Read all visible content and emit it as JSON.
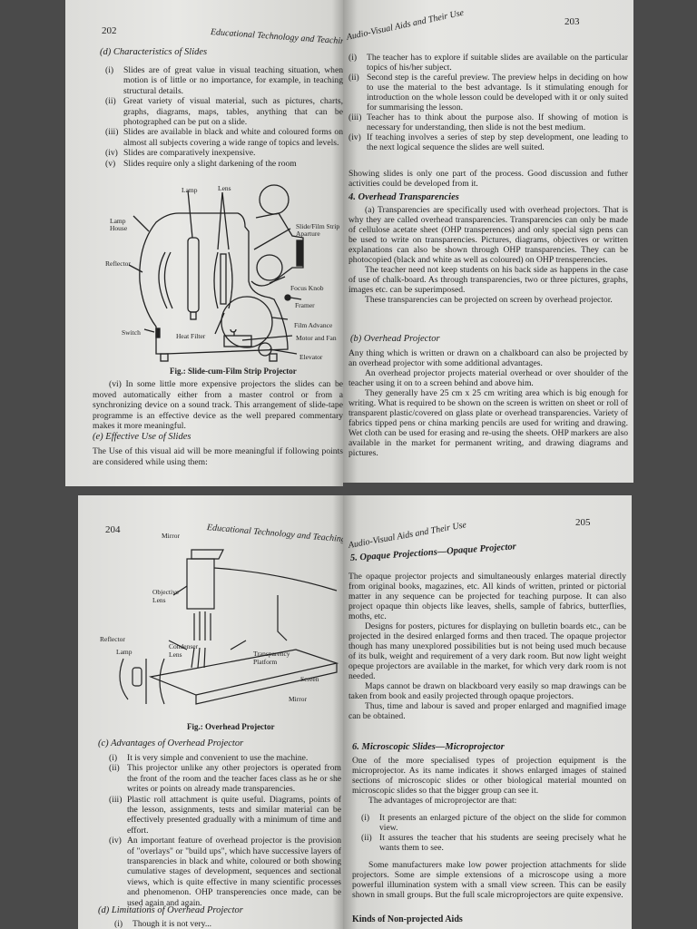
{
  "p202": {
    "page_number": "202",
    "running_head": "Educational Technology and Teaching Skills",
    "heading_d": "(d) Characteristics of Slides",
    "items": [
      {
        "n": "(i)",
        "t": "Slides are of great value in visual teaching situation, when motion is of little or no importance, for example, in teaching structural details."
      },
      {
        "n": "(ii)",
        "t": "Great variety of visual material, such as pictures, charts, graphs, diagrams, maps, tables, anything that can be photographed can be put on a slide."
      },
      {
        "n": "(iii)",
        "t": "Slides are available in black and white and coloured forms on almost all subjects covering a wide range of topics and levels."
      },
      {
        "n": "(iv)",
        "t": "Slides are comparatively inexpensive."
      },
      {
        "n": "(v)",
        "t": "Slides require only a slight darkening of the room"
      }
    ],
    "figure": {
      "caption": "Fig.: Slide-cum-Film Strip Projector",
      "labels": {
        "lamp": "Lamp",
        "lens": "Lens",
        "lamp_house": "Lamp House",
        "aperture": "Slide/Film Strip Aparture",
        "reflector": "Reflector",
        "focus_knob": "Focus Knob",
        "framer": "Framer",
        "film_advance": "Film Advance",
        "switch": "Switch",
        "heat_filter": "Heat Filter",
        "motor_fan": "Motor and Fan",
        "elevator": "Elevator"
      }
    },
    "para_vi": "(vi) In some little more expensive projectors the slides can be moved automatically either from a master control or from a synchronizing device on a sound track. This arrangement of slide-tape programme is an effective device as the well prepared commentary makes it more meaningful.",
    "heading_e": "(e) Effective Use of Slides",
    "para_e": "The Use of this visual aid will be more meaningful if following points are considered while using them:"
  },
  "p203": {
    "page_number": "203",
    "running_head": "Audio-Visual Aids and Their Use",
    "items": [
      {
        "n": "(i)",
        "t": "The teacher has to explore if suitable slides are available on the particular topics of his/her subject."
      },
      {
        "n": "(ii)",
        "t": "Second step is the careful preview. The preview helps in deciding on how to use the material to the best advantage. Is it stimulating enough for introduction on the whole lesson could be developed with it or only suited for summarising the lesson."
      },
      {
        "n": "(iii)",
        "t": "Teacher has to think about the purpose also. If showing of motion is necessary for understanding, then slide is not the best medium."
      },
      {
        "n": "(iv)",
        "t": "If teaching involves a series of step by step development, one leading to the next logical sequence the slides are well suited."
      }
    ],
    "para_showing": "Showing slides is only one part of the process. Good discussion and futher activities could be developed from it.",
    "heading_4": "4. Overhead Transparencies",
    "para_4a": "(a) Transparencies are specifically used with overhead projectors. That is why they are called overhead transparencies. Transparencies can only be made of cellulose acetate sheet (OHP transperences) and only special sign pens can be used to write on transparencies. Pictures, diagrams, objectives or written explanations can also be shown through OHP transparencies. They can be photocopied (black and white as well as coloured) on OHP trensperencies.",
    "para_4b": "The teacher need not keep students on his back side as happens in the case of use of chalk-board. As through transparencies, two or three pictures, graphs, images etc. can be superimposed.",
    "para_4c": "These transparencies can be projected on screen by overhead projector.",
    "heading_b": "(b) Overhead Projector",
    "para_b1": "Any thing which is written or drawn on a chalkboard can also be projected by an overhead projector with some additional advantages.",
    "para_b2": "An overhead projector projects material overhead or over shoulder of the teacher using it on to a screen behind and above him.",
    "para_b3": "They generally have 25 cm x 25 cm writing area which is big enough for writing. What is required to be shown on the screen is written on sheet or roll of transparent plastic/covered on glass plate or overhead transparencies. Variety of fabrics tipped pens or china marking pencils are used for writing and drawing. Wet cloth can be used for erasing and re-using the sheets. OHP markers are also available in the market for permanent writing, and drawing diagrams and pictures."
  },
  "p204": {
    "page_number": "204",
    "running_head": "Educational Technology and Teaching Skills",
    "figure": {
      "caption": "Fig.: Overhead Projector",
      "labels": {
        "mirror_top": "Mirror",
        "objective_lens": "Objective Lens",
        "reflector": "Reflector",
        "condenser_lens": "Condenser Lens",
        "lamp": "Lamp",
        "platform": "Transparency Platform",
        "screen": "Screen",
        "mirror_bottom": "Mirror"
      }
    },
    "heading_c": "(c) Advantages of Overhead Projector",
    "items": [
      {
        "n": "(i)",
        "t": "It is very simple and convenient to use the machine."
      },
      {
        "n": "(ii)",
        "t": "This projector unlike any other projectors is operated from the front of the room and the teacher faces class as he or she writes or points on already made transparencies."
      },
      {
        "n": "(iii)",
        "t": "Plastic roll attachment is quite useful. Diagrams, points of the lesson, assignments, tests and similar material can be effectively presented gradually with a minimum of time and effort."
      },
      {
        "n": "(iv)",
        "t": "An important feature of overhead projector is the provision of \"overlays\" or \"build ups\", which have successive layers of transparencies in black and white, coloured or both showing cumulative stages of development, sequences and sectional views, which is quite effective in many scientific processes and phenomenon. OHP transperencies once made, can be used again and again."
      }
    ],
    "heading_d": "(d) Limitations of Overhead Projector",
    "item_d1": {
      "n": "(i)",
      "t": "Though it is not very..."
    }
  },
  "p205": {
    "page_number": "205",
    "running_head": "Audio-Visual Aids and Their Use",
    "heading_5": "5. Opaque Projections—Opaque Projector",
    "para_5a": "The opaque projector projects and simultaneously enlarges material directly from original books, magazines, etc. All kinds of written, printed or pictorial matter in any sequence can be projected for teaching purpose. It can also project opaque thin objects like leaves, shells, sample of fabrics, butterflies, moths, etc.",
    "para_5b": "Designs for posters, pictures for displaying on bulletin boards etc., can be projected in the desired enlarged forms and then traced. The opaque projector though has many unexplored possibilities but is not being used much because of its bulk, weight and requirement of a very dark room. But now light weight opeque projectors are available in the market, for which very dark room is not needed.",
    "para_5c": "Maps cannot be drawn on blackboard very easily so map drawings can be taken from book and easily projected through opaque projectors.",
    "para_5d": "Thus, time and labour is saved and proper enlarged and magnified image can be obtained.",
    "heading_6": "6. Microscopic Slides—Microprojector",
    "para_6a": "One of the more specialised types of projection equipment is the microprojector. As its name indicates it shows enlarged images of stained sections of microscopic slides or other biological material mounted on microscopic slides so that the bigger group can see it.",
    "para_6b": "The advantages of microprojector are that:",
    "items": [
      {
        "n": "(i)",
        "t": "It presents an enlarged picture of the object on the slide for common view."
      },
      {
        "n": "(ii)",
        "t": "It assures the teacher that his students are seeing precisely what he wants them to see."
      }
    ],
    "para_6c": "Some manufacturers make low power projection attachments for slide projectors. Some are simple extensions of a microscope using a more powerful illumination system with a small view screen. This can be easily shown in small groups. But the full scale microprojectors are quite expensive.",
    "heading_kinds": "Kinds of Non-projected Aids"
  }
}
